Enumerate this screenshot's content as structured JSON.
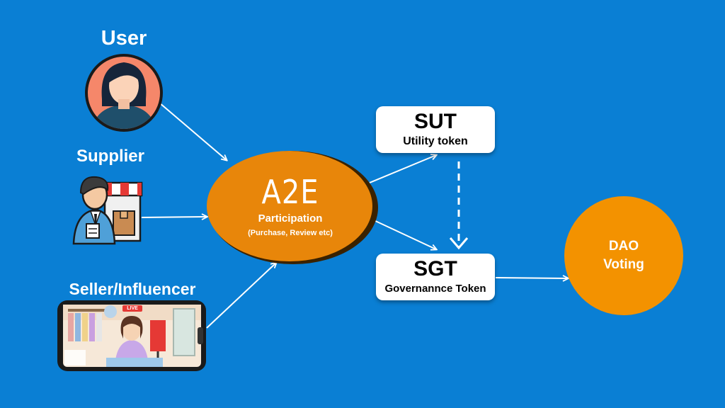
{
  "actors": {
    "user": {
      "label": "User"
    },
    "supplier": {
      "label": "Supplier"
    },
    "seller": {
      "label": "Seller/Influencer",
      "live_badge": "LIVE"
    }
  },
  "a2e": {
    "title": "A2E",
    "subtitle": "Participation",
    "note": "(Purchase, Review etc)"
  },
  "sut": {
    "title": "SUT",
    "subtitle": "Utility token"
  },
  "sgt": {
    "title": "SGT",
    "subtitle": "Governannce Token"
  },
  "dao": {
    "line1": "DAO",
    "line2": "Voting"
  },
  "colors": {
    "background": "#0a7fd4",
    "orange": "#e8860a",
    "dao_orange": "#f39200",
    "white": "#ffffff"
  }
}
